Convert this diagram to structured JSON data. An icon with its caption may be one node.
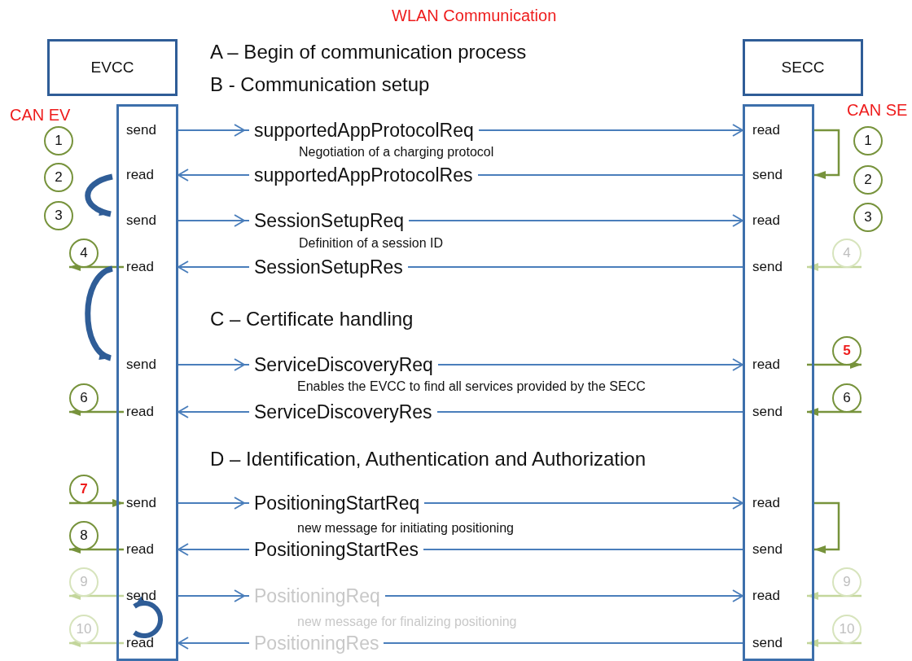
{
  "diagram": {
    "title": "WLAN Communication",
    "nodes": [
      {
        "text": [
          "EVCC"
        ]
      },
      {
        "text": [
          "SECC"
        ]
      },
      {
        "text": [],
        "shape": "bar"
      },
      {
        "text": [],
        "shape": "bar"
      },
      {
        "text": [
          "send"
        ],
        "in": 2
      },
      {
        "text": [
          "read"
        ],
        "in": 2
      },
      {
        "text": [
          "send"
        ],
        "in": 2
      },
      {
        "text": [
          "read"
        ],
        "in": 2
      },
      {
        "text": [
          "send"
        ],
        "in": 2
      },
      {
        "text": [
          "read"
        ],
        "in": 2
      },
      {
        "text": [
          "send"
        ],
        "in": 2
      },
      {
        "text": [
          "read"
        ],
        "in": 2
      },
      {
        "text": [
          "send"
        ],
        "in": 2
      },
      {
        "text": [
          "read"
        ],
        "in": 2
      },
      {
        "text": [
          "read"
        ],
        "in": 3
      },
      {
        "text": [
          "send"
        ],
        "in": 3
      },
      {
        "text": [
          "read"
        ],
        "in": 3
      },
      {
        "text": [
          "send"
        ],
        "in": 3
      },
      {
        "text": [
          "read"
        ],
        "in": 3
      },
      {
        "text": [
          "send"
        ],
        "in": 3
      },
      {
        "text": [
          "read"
        ],
        "in": 3
      },
      {
        "text": [
          "send"
        ],
        "in": 3
      },
      {
        "text": [
          "read"
        ],
        "in": 3
      },
      {
        "text": [
          "send"
        ],
        "in": 3
      },
      {
        "text": [
          "1"
        ]
      },
      {
        "text": [
          "2"
        ]
      },
      {
        "text": [
          "3"
        ]
      },
      {
        "text": [
          "4"
        ]
      },
      {
        "text": [
          "6"
        ]
      },
      {
        "text": [
          "7"
        ]
      },
      {
        "text": [
          "8"
        ]
      },
      {
        "text": [
          "9"
        ]
      },
      {
        "text": [
          "10"
        ]
      },
      {
        "text": [
          "1"
        ]
      },
      {
        "text": [
          "2"
        ]
      },
      {
        "text": [
          "3"
        ]
      },
      {
        "text": [
          "4"
        ]
      },
      {
        "text": [
          "5"
        ]
      },
      {
        "text": [
          "6"
        ]
      },
      {
        "text": [
          "9"
        ]
      },
      {
        "text": [
          "10"
        ]
      }
    ],
    "edges": [
      {
        "from": 4,
        "to": 14,
        "arrow": "to",
        "label": "supportedAppProtocolReq"
      },
      {
        "from": 15,
        "to": 5,
        "arrow": "to",
        "label": "supportedAppProtocolRes"
      },
      {
        "from": 6,
        "to": 16,
        "arrow": "to",
        "label": "SessionSetupReq"
      },
      {
        "from": 17,
        "to": 7,
        "arrow": "to",
        "label": "SessionSetupRes"
      },
      {
        "from": 8,
        "to": 18,
        "arrow": "to",
        "label": "ServiceDiscoveryReq"
      },
      {
        "from": 19,
        "to": 9,
        "arrow": "to",
        "label": "ServiceDiscoveryRes"
      },
      {
        "from": 10,
        "to": 20,
        "arrow": "to",
        "label": "PositioningStartReq"
      },
      {
        "from": 21,
        "to": 11,
        "arrow": "to",
        "label": "PositioningStartRes"
      },
      {
        "from": 12,
        "to": 22,
        "arrow": "to",
        "label": "PositioningReq"
      },
      {
        "from": 23,
        "to": 13,
        "arrow": "to",
        "label": "PositioningRes"
      },
      {
        "from": 14,
        "to": 15,
        "arrow": "to",
        "color": "#77933c"
      },
      {
        "from": 5,
        "to": 6,
        "arrow": "to",
        "style": "thick",
        "color": "#2f5d97"
      },
      {
        "from": 7,
        "to": 27,
        "arrow": "to",
        "color": "#77933c"
      },
      {
        "from": 36,
        "to": 17,
        "arrow": "to",
        "color": "#c3d69b"
      },
      {
        "from": 7,
        "to": 8,
        "arrow": "to",
        "style": "thick",
        "color": "#2f5d97"
      },
      {
        "from": 18,
        "to": 37,
        "arrow": "to",
        "color": "#77933c"
      },
      {
        "from": 9,
        "to": 28,
        "arrow": "to",
        "color": "#77933c"
      },
      {
        "from": 38,
        "to": 19,
        "arrow": "to",
        "color": "#77933c"
      },
      {
        "from": 29,
        "to": 10,
        "arrow": "to",
        "color": "#77933c"
      },
      {
        "from": 20,
        "to": 21,
        "arrow": "to",
        "color": "#77933c"
      },
      {
        "from": 11,
        "to": 30,
        "arrow": "to",
        "color": "#77933c"
      },
      {
        "from": 12,
        "to": 31,
        "arrow": "to",
        "color": "#c3d69b"
      },
      {
        "from": 39,
        "to": 22,
        "arrow": "to",
        "color": "#c3d69b"
      },
      {
        "from": 13,
        "to": 12,
        "arrow": "to",
        "style": "thick",
        "color": "#2f5d97"
      },
      {
        "from": 13,
        "to": 32,
        "arrow": "to",
        "color": "#c3d69b"
      },
      {
        "from": 40,
        "to": 23,
        "arrow": "to",
        "color": "#c3d69b"
      }
    ],
    "labels": [
      "A – Begin of communication process",
      "B - Communication setup",
      "CAN EV",
      "CAN SE",
      "Negotiation of a charging protocol",
      "Definition of a session ID",
      "C – Certificate handling",
      "Enables the EVCC to find all services provided by the SECC",
      "D – Identification, Authentication and Authorization",
      "new message for initiating positioning",
      "new message for finalizing positioning"
    ]
  }
}
